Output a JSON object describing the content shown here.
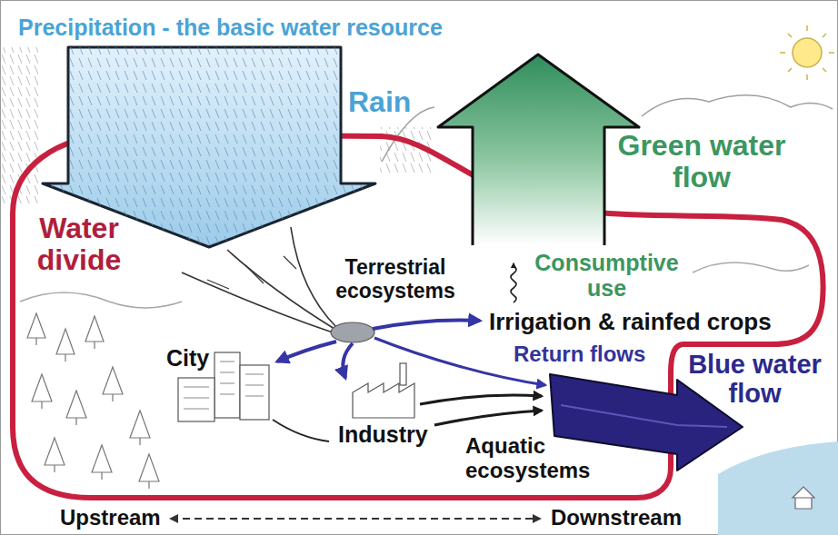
{
  "diagram": {
    "title": "Precipitation - the basic water resource",
    "nodes": [
      {
        "text": [
          "Rain"
        ]
      },
      {
        "text": [
          "Green water flow",
          "Consumptive use"
        ]
      },
      {
        "text": [
          "Blue water flow"
        ]
      }
    ],
    "labels": [
      "Water divide",
      "Terrestrial ecosystems",
      "Irrigation & rainfed crops",
      "Return flows",
      "City",
      "Industry",
      "Aquatic ecosystems",
      "Upstream",
      "Downstream"
    ]
  }
}
